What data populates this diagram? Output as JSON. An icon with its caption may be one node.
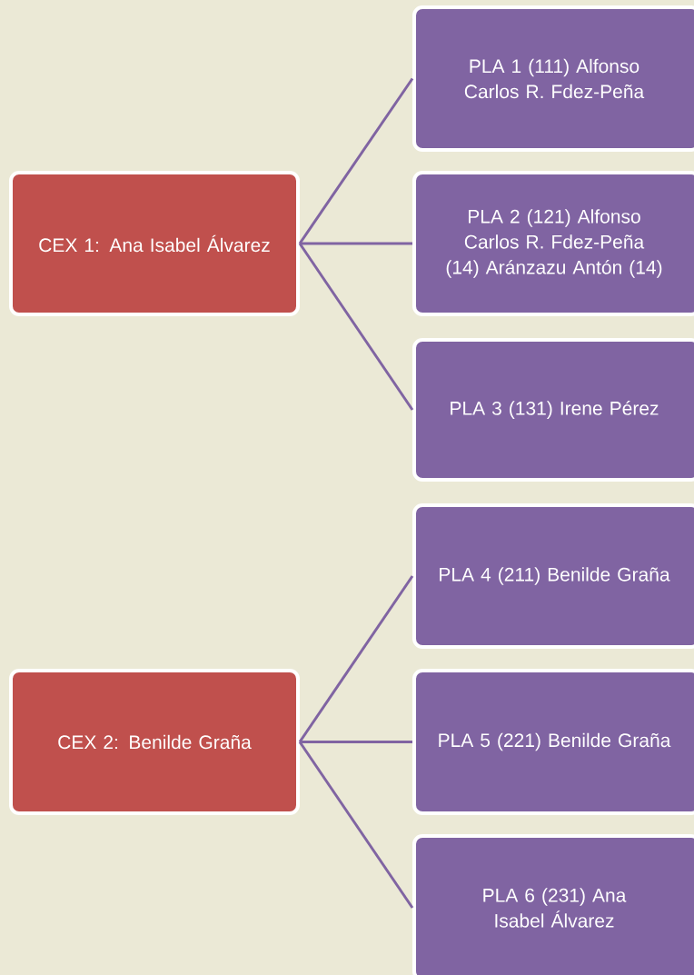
{
  "diagram": {
    "nodes": [
      {
        "text": [
          "CEX 1: Ana Isabel Álvarez"
        ]
      },
      {
        "text": [
          "PLA 1 (111) Alfonso Carlos R. Fdez-Peña"
        ]
      },
      {
        "text": [
          "PLA 2 (121) Alfonso Carlos R. Fdez-Peña (14) Aránzazu Antón (14)"
        ]
      },
      {
        "text": [
          "PLA 3 (131) Irene Pérez"
        ]
      },
      {
        "text": [
          "CEX 2: Benilde Graña"
        ]
      },
      {
        "text": [
          "PLA 4 (211) Benilde Graña"
        ]
      },
      {
        "text": [
          "PLA 5 (221) Benilde Graña"
        ]
      },
      {
        "text": [
          "PLA 6 (231) Ana Isabel Álvarez"
        ]
      }
    ],
    "edges": [
      {
        "from": 0,
        "to": 1,
        "arrow": "none"
      },
      {
        "from": 0,
        "to": 2,
        "arrow": "none"
      },
      {
        "from": 0,
        "to": 3,
        "arrow": "none"
      },
      {
        "from": 4,
        "to": 5,
        "arrow": "none"
      },
      {
        "from": 4,
        "to": 6,
        "arrow": "none"
      },
      {
        "from": 4,
        "to": 7,
        "arrow": "none"
      }
    ]
  }
}
